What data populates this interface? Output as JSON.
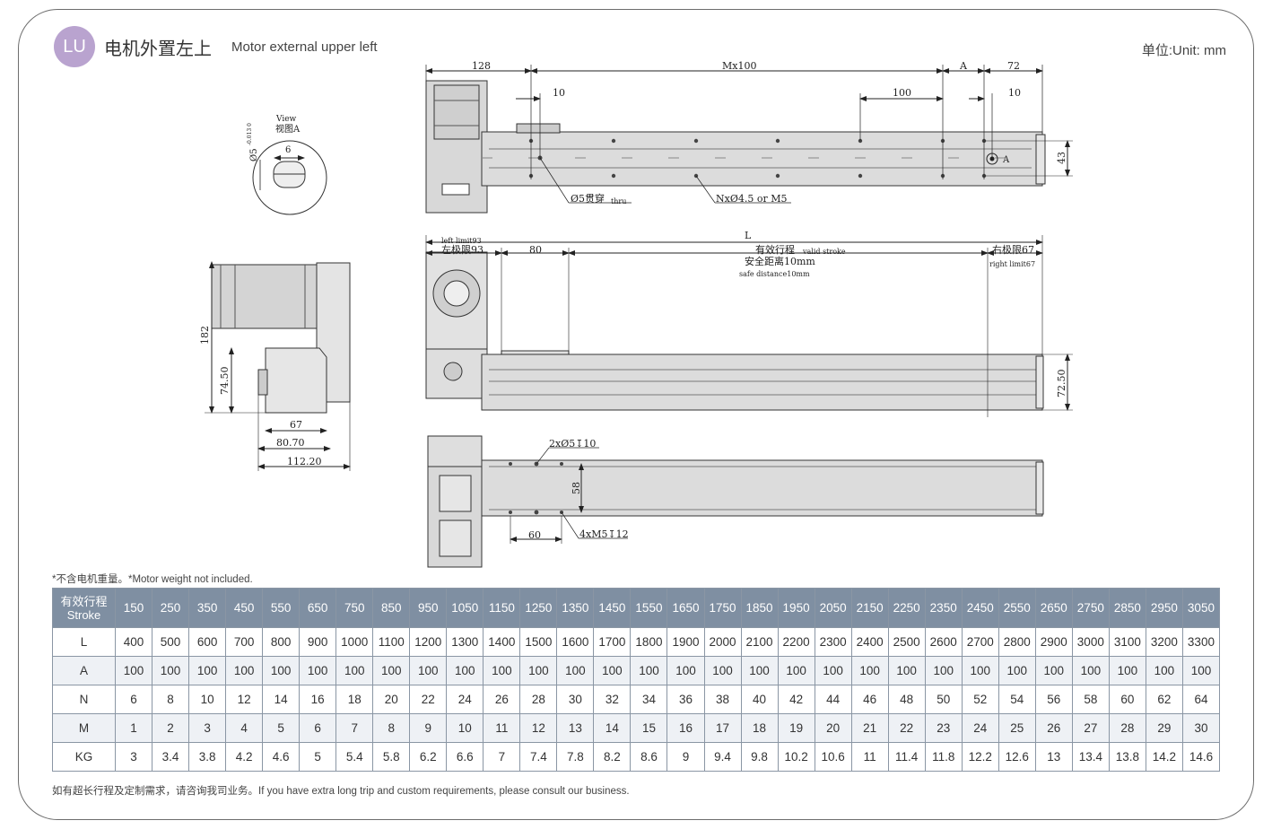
{
  "header": {
    "badge": "LU",
    "title_zh": "电机外置左上",
    "title_en": "Motor external  upper left",
    "unit": "单位:Unit: mm"
  },
  "drawing": {
    "view_label_en": "View",
    "view_label_zh": "视图A",
    "detail_dims": {
      "d5": "Ø5",
      "tol": "-0.013 0",
      "w6": "6"
    },
    "top_view": {
      "dim_128": "128",
      "dim_mx100": "Mx100",
      "dim_a": "A",
      "dim_72": "72",
      "dim_10a": "10",
      "dim_100": "100",
      "dim_10b": "10",
      "dim_43": "43",
      "marker_a": "A",
      "hole_thru": "Ø5贯穿",
      "hole_thru_en": "thru",
      "hole_n": "NxØ4.5 or M5"
    },
    "front_view": {
      "dim_l": "L",
      "left_limit_en": "left limit93",
      "left_limit_zh": "左极限93",
      "dim_80": "80",
      "valid_stroke_zh": "有效行程",
      "valid_stroke_en": "valid stroke",
      "safe_zh": "安全距离10mm",
      "safe_en": "safe distance10mm",
      "right_limit_zh": "右极限67",
      "right_limit_en": "right limit67",
      "dim_7250": "72.50"
    },
    "side_view": {
      "dim_182": "182",
      "dim_7450": "74.50",
      "dim_67": "67",
      "dim_8070": "80.70",
      "dim_11220": "112.20"
    },
    "bottom_view": {
      "holes_2x": "2xØ5↧10",
      "dim_58": "58",
      "dim_60": "60",
      "holes_4x": "4xM5↧12"
    }
  },
  "note": "*不含电机重量。*Motor weight not included.",
  "table": {
    "header_zh": "有效行程",
    "header_en": "Stroke",
    "strokes": [
      "150",
      "250",
      "350",
      "450",
      "550",
      "650",
      "750",
      "850",
      "950",
      "1050",
      "1150",
      "1250",
      "1350",
      "1450",
      "1550",
      "1650",
      "1750",
      "1850",
      "1950",
      "2050",
      "2150",
      "2250",
      "2350",
      "2450",
      "2550",
      "2650",
      "2750",
      "2850",
      "2950",
      "3050"
    ],
    "rows": [
      {
        "label": "L",
        "values": [
          "400",
          "500",
          "600",
          "700",
          "800",
          "900",
          "1000",
          "1100",
          "1200",
          "1300",
          "1400",
          "1500",
          "1600",
          "1700",
          "1800",
          "1900",
          "2000",
          "2100",
          "2200",
          "2300",
          "2400",
          "2500",
          "2600",
          "2700",
          "2800",
          "2900",
          "3000",
          "3100",
          "3200",
          "3300"
        ]
      },
      {
        "label": "A",
        "values": [
          "100",
          "100",
          "100",
          "100",
          "100",
          "100",
          "100",
          "100",
          "100",
          "100",
          "100",
          "100",
          "100",
          "100",
          "100",
          "100",
          "100",
          "100",
          "100",
          "100",
          "100",
          "100",
          "100",
          "100",
          "100",
          "100",
          "100",
          "100",
          "100",
          "100"
        ]
      },
      {
        "label": "N",
        "values": [
          "6",
          "8",
          "10",
          "12",
          "14",
          "16",
          "18",
          "20",
          "22",
          "24",
          "26",
          "28",
          "30",
          "32",
          "34",
          "36",
          "38",
          "40",
          "42",
          "44",
          "46",
          "48",
          "50",
          "52",
          "54",
          "56",
          "58",
          "60",
          "62",
          "64"
        ]
      },
      {
        "label": "M",
        "values": [
          "1",
          "2",
          "3",
          "4",
          "5",
          "6",
          "7",
          "8",
          "9",
          "10",
          "11",
          "12",
          "13",
          "14",
          "15",
          "16",
          "17",
          "18",
          "19",
          "20",
          "21",
          "22",
          "23",
          "24",
          "25",
          "26",
          "27",
          "28",
          "29",
          "30"
        ]
      },
      {
        "label": "KG",
        "values": [
          "3",
          "3.4",
          "3.8",
          "4.2",
          "4.6",
          "5",
          "5.4",
          "5.8",
          "6.2",
          "6.6",
          "7",
          "7.4",
          "7.8",
          "8.2",
          "8.6",
          "9",
          "9.4",
          "9.8",
          "10.2",
          "10.6",
          "11",
          "11.4",
          "11.8",
          "12.2",
          "12.6",
          "13",
          "13.4",
          "13.8",
          "14.2",
          "14.6"
        ]
      }
    ]
  },
  "footer": "如有超长行程及定制需求，请咨询我司业务。If you have extra long trip and custom requirements, please consult our business.",
  "colors": {
    "badge": "#b9a3cf",
    "table_header": "#7f8fa2",
    "profile": "#dcdcdc"
  }
}
